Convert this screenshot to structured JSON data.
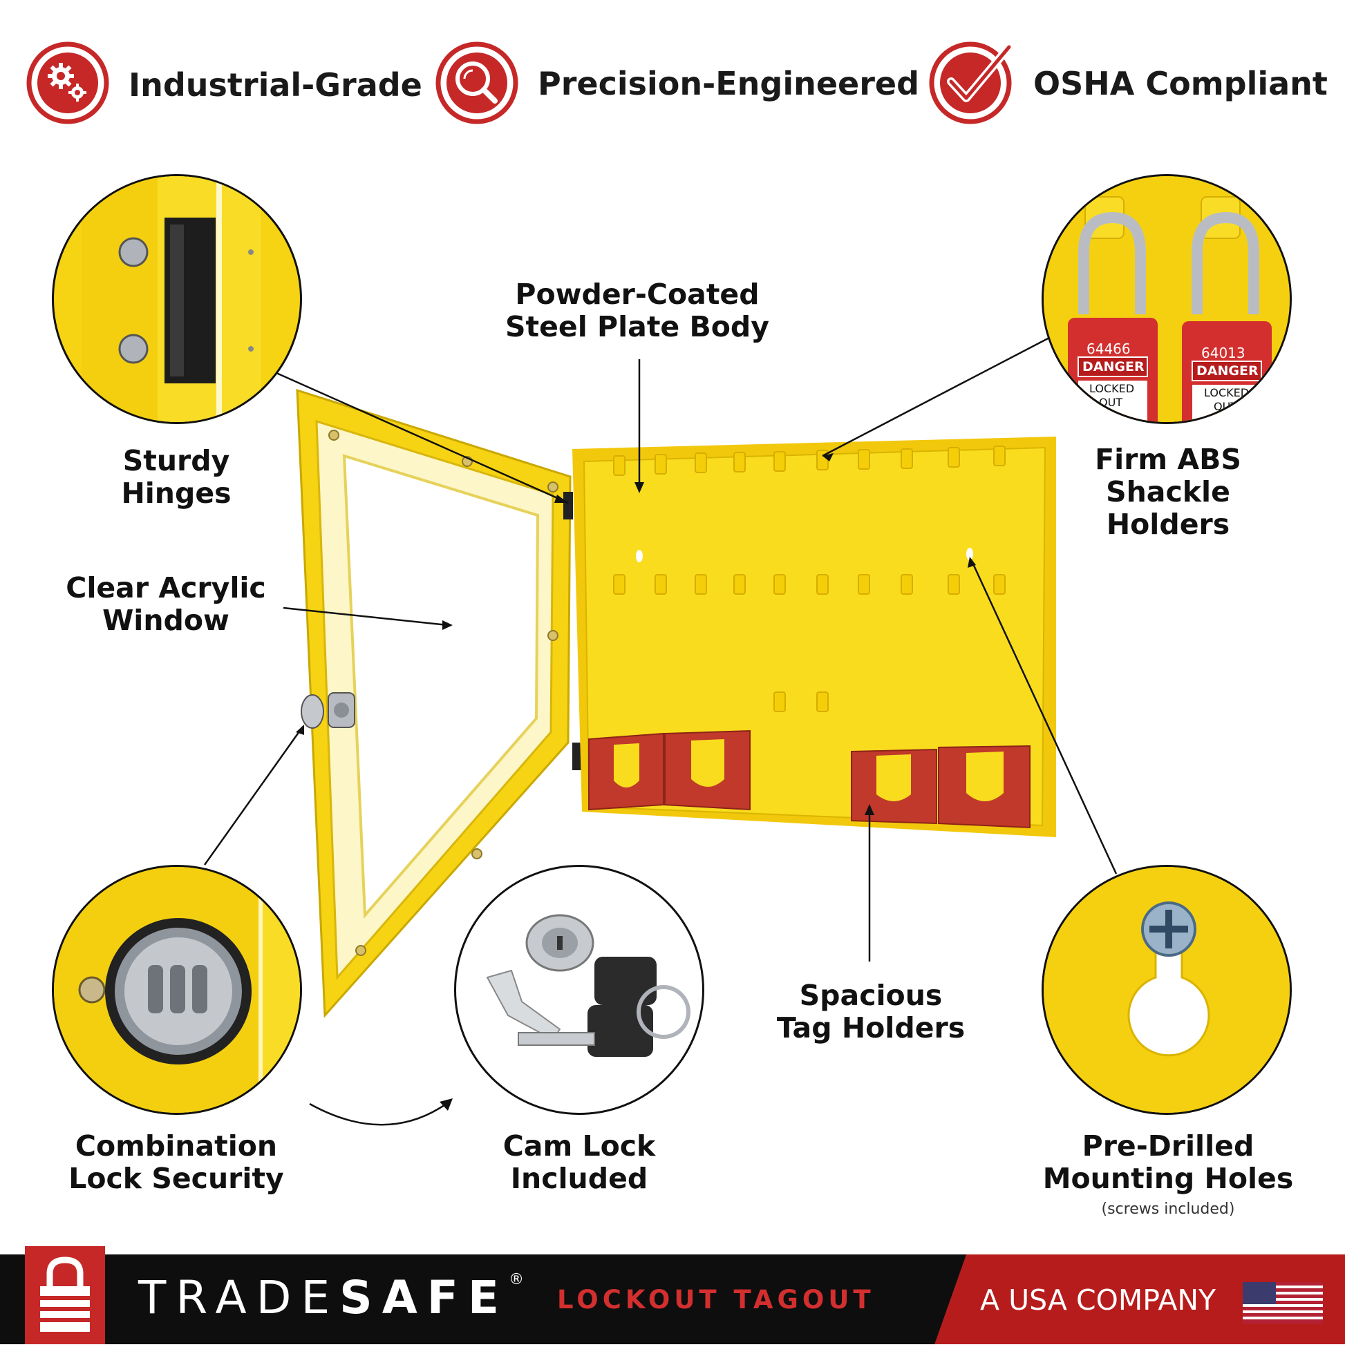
{
  "features": [
    {
      "icon": "gears-icon",
      "label": "Industrial-Grade"
    },
    {
      "icon": "magnifier-icon",
      "label": "Precision-Engineered"
    },
    {
      "icon": "checkmark-icon",
      "label": "OSHA Compliant"
    }
  ],
  "callouts": {
    "hinges": [
      "Sturdy",
      "Hinges"
    ],
    "body": [
      "Powder-Coated",
      "Steel Plate Body"
    ],
    "shackle": [
      "Firm ABS",
      "Shackle",
      "Holders"
    ],
    "window": [
      "Clear Acrylic",
      "Window"
    ],
    "tags": [
      "Spacious",
      "Tag Holders"
    ],
    "combo": [
      "Combination",
      "Lock Security"
    ],
    "cam": [
      "Cam Lock",
      "Included"
    ],
    "holes": [
      "Pre-Drilled",
      "Mounting Holes"
    ],
    "holes_note": "(screws included)"
  },
  "padlocks": [
    {
      "number": "64466",
      "danger": "DANGER",
      "line1": "LOCKED",
      "line2": "OUT"
    },
    {
      "number": "64013",
      "danger": "DANGER",
      "line1": "LOCKED",
      "line2": "OUT"
    }
  ],
  "footer": {
    "brand_light": "TRADE",
    "brand_bold": "SAFE",
    "registered": "®",
    "tagline": "LOCKOUT TAGOUT",
    "usa": "A USA COMPANY"
  },
  "colors": {
    "accent_red": "#c62828",
    "yellow": "#f6d313",
    "dark": "#0e0e0e"
  }
}
